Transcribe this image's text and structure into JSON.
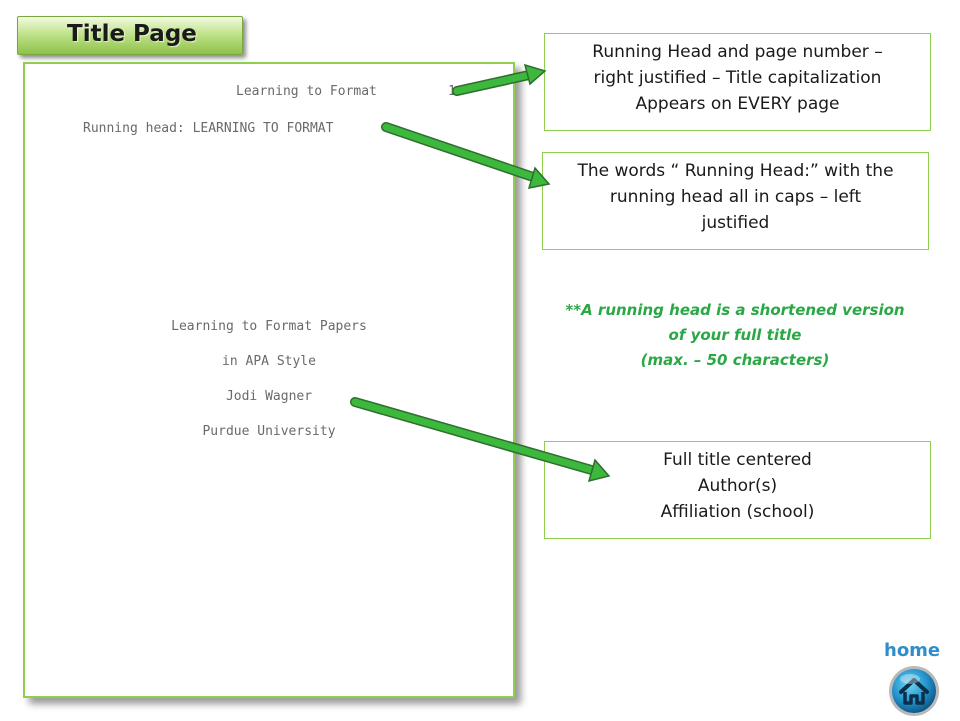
{
  "title": "Title Page",
  "paper": {
    "header_title": "Learning to Format",
    "page_number": "1",
    "running_head": "Running head: LEARNING TO FORMAT",
    "title_line_1": "Learning to Format Papers",
    "title_line_2": "in APA Style",
    "author": "Jodi Wagner",
    "affiliation": "Purdue University"
  },
  "callouts": {
    "running_head_page_number": [
      "Running Head  and page number –",
      "right justified – Title capitalization",
      "Appears on EVERY page"
    ],
    "running_head_words": [
      "The words “ Running Head:” with the",
      "running head all in caps – left",
      "justified"
    ],
    "full_title": [
      "Full title centered",
      "Author(s)",
      "Affiliation (school)"
    ]
  },
  "note": [
    "**A running head is a shortened version",
    "of your full title",
    "(max. – 50 characters)"
  ],
  "home_label": "home",
  "colors": {
    "accent_green": "#2aa845",
    "arrow_green": "#3cb83c",
    "border_green": "#8fcf4f",
    "home_blue": "#2f8ec9"
  }
}
